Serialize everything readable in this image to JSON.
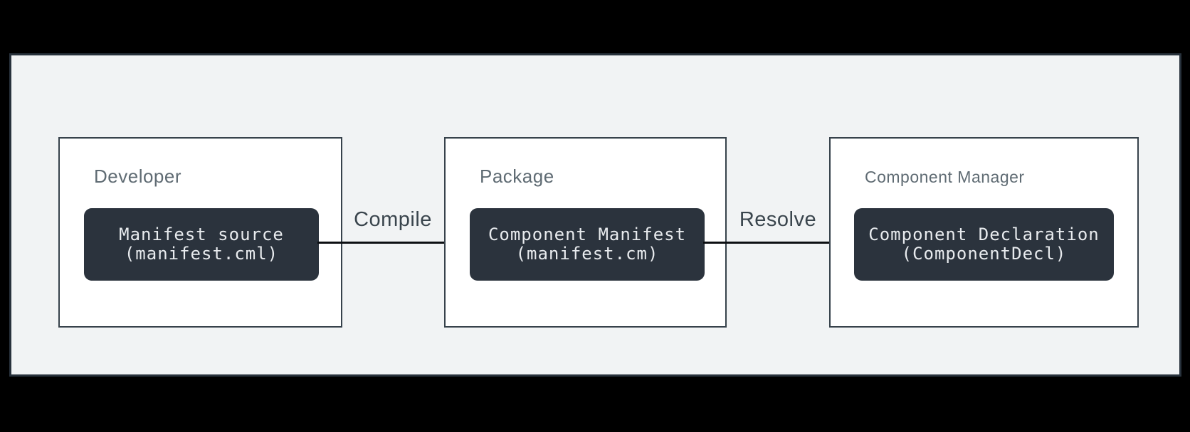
{
  "diagram": {
    "nodes": [
      {
        "label": "Developer",
        "chip": {
          "line1": "Manifest source",
          "line2": "(manifest.cml)"
        }
      },
      {
        "label": "Package",
        "chip": {
          "line1": "Component Manifest",
          "line2": "(manifest.cm)"
        }
      },
      {
        "label": "Component Manager",
        "chip": {
          "line1": "Component Declaration",
          "line2": "(ComponentDecl)"
        }
      }
    ],
    "edges": [
      {
        "label": "Compile"
      },
      {
        "label": "Resolve"
      }
    ]
  },
  "colors": {
    "canvas-bg": "#000000",
    "panel-bg": "#f1f3f4",
    "panel-border": "#28323c",
    "node-bg": "#ffffff",
    "node-border": "#37424b",
    "label-color": "#5f6b73",
    "edge-label-color": "#3a454d",
    "chip-bg": "#2b333d",
    "chip-text": "#e8ebee",
    "arrow-color": "#0c0f12"
  }
}
